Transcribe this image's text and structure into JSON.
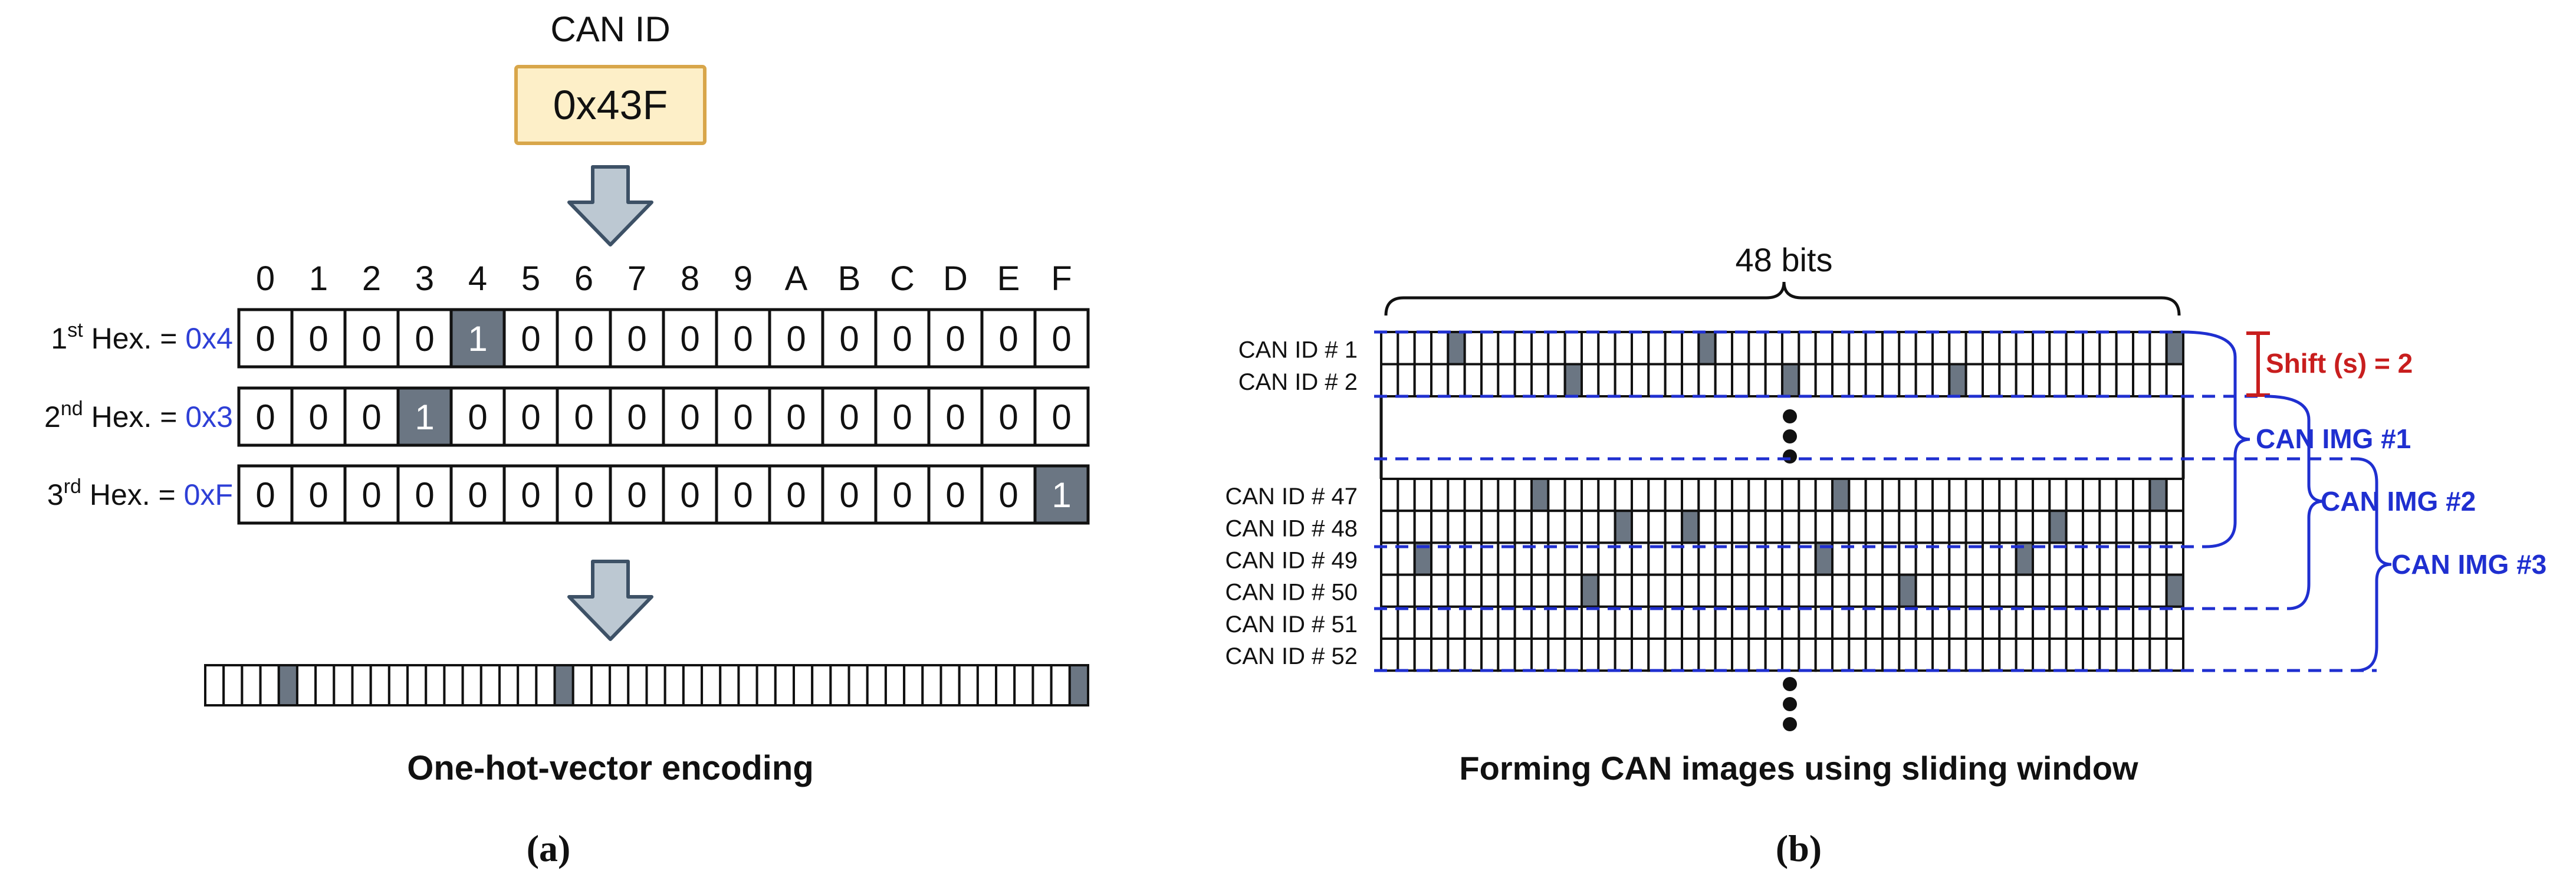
{
  "panel_a": {
    "can_id_label": "CAN ID",
    "can_id_value": "0x43F",
    "hex_headers": [
      "0",
      "1",
      "2",
      "3",
      "4",
      "5",
      "6",
      "7",
      "8",
      "9",
      "A",
      "B",
      "C",
      "D",
      "E",
      "F"
    ],
    "rows": [
      {
        "ordinal": "1",
        "suffix": "st",
        "label": " Hex. = ",
        "hex": "0x4",
        "bits": [
          "0",
          "0",
          "0",
          "0",
          "1",
          "0",
          "0",
          "0",
          "0",
          "0",
          "0",
          "0",
          "0",
          "0",
          "0",
          "0"
        ],
        "hot_index": 4
      },
      {
        "ordinal": "2",
        "suffix": "nd",
        "label": " Hex. = ",
        "hex": "0x3",
        "bits": [
          "0",
          "0",
          "0",
          "1",
          "0",
          "0",
          "0",
          "0",
          "0",
          "0",
          "0",
          "0",
          "0",
          "0",
          "0",
          "0"
        ],
        "hot_index": 3
      },
      {
        "ordinal": "3",
        "suffix": "rd",
        "label": " Hex. = ",
        "hex": "0xF",
        "bits": [
          "0",
          "0",
          "0",
          "0",
          "0",
          "0",
          "0",
          "0",
          "0",
          "0",
          "0",
          "0",
          "0",
          "0",
          "0",
          "1"
        ],
        "hot_index": 15
      }
    ],
    "vector_hot_indices": [
      4,
      19,
      47
    ],
    "caption": "One-hot-vector encoding",
    "panel_label": "(a)"
  },
  "panel_b": {
    "width_label": "48 bits",
    "grid_bits": 48,
    "groups": [
      {
        "rows": [
          {
            "label": "CAN ID # 1",
            "hot": [
              4,
              19,
              47
            ]
          },
          {
            "label": "CAN ID # 2",
            "hot": [
              11,
              24,
              34
            ]
          }
        ]
      },
      {
        "rows": [
          {
            "label": "CAN ID # 47",
            "hot": [
              9,
              27,
              46
            ]
          },
          {
            "label": "CAN ID # 48",
            "hot": [
              14,
              18,
              40
            ]
          },
          {
            "label": "CAN ID # 49",
            "hot": [
              2,
              26,
              38
            ]
          },
          {
            "label": "CAN ID # 50",
            "hot": [
              12,
              31,
              47
            ]
          },
          {
            "label": "CAN ID # 51",
            "hot": []
          },
          {
            "label": "CAN ID # 52",
            "hot": []
          }
        ]
      }
    ],
    "shift_label": "Shift (s) = 2",
    "images": [
      "CAN IMG #1",
      "CAN IMG #2",
      "CAN IMG #3"
    ],
    "caption": "Forming CAN images using sliding window",
    "panel_label": "(b)"
  },
  "colors": {
    "hot_cell": "#6b7683",
    "can_id_box_fill": "#fdefc8",
    "can_id_box_stroke": "#d8a64a",
    "arrow_fill": "#bcc8d2",
    "arrow_stroke": "#3d5166",
    "hex_blue": "#2e3fd6",
    "window_blue": "#1f2fd0",
    "shift_red": "#c81e1e"
  },
  "icons": [
    "down-arrow-icon"
  ]
}
